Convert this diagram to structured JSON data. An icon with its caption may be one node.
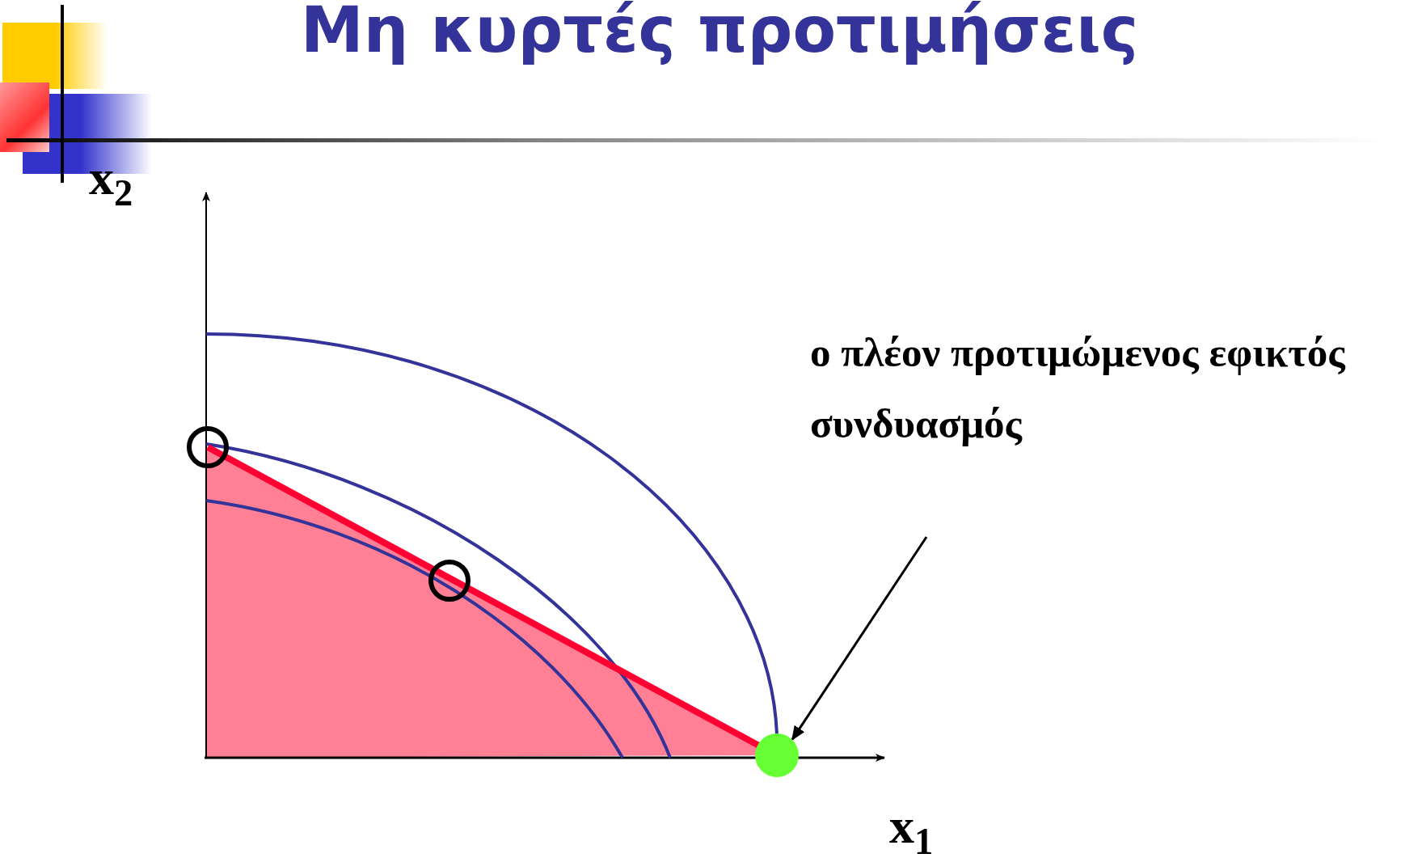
{
  "diagram": {
    "title": "Μη κυρτές προτιμήσεις",
    "nodes": [
      {
        "text": [
          "ο πλέον προτιμώμενος εφικτός συνδυασμός"
        ]
      },
      {
        "text": [],
        "shape": "circle"
      }
    ],
    "edges": [
      {
        "from": 0,
        "to": 1,
        "arrow": "to"
      }
    ],
    "labels": [
      "x$_{2}$",
      "x$_{1}$"
    ]
  }
}
